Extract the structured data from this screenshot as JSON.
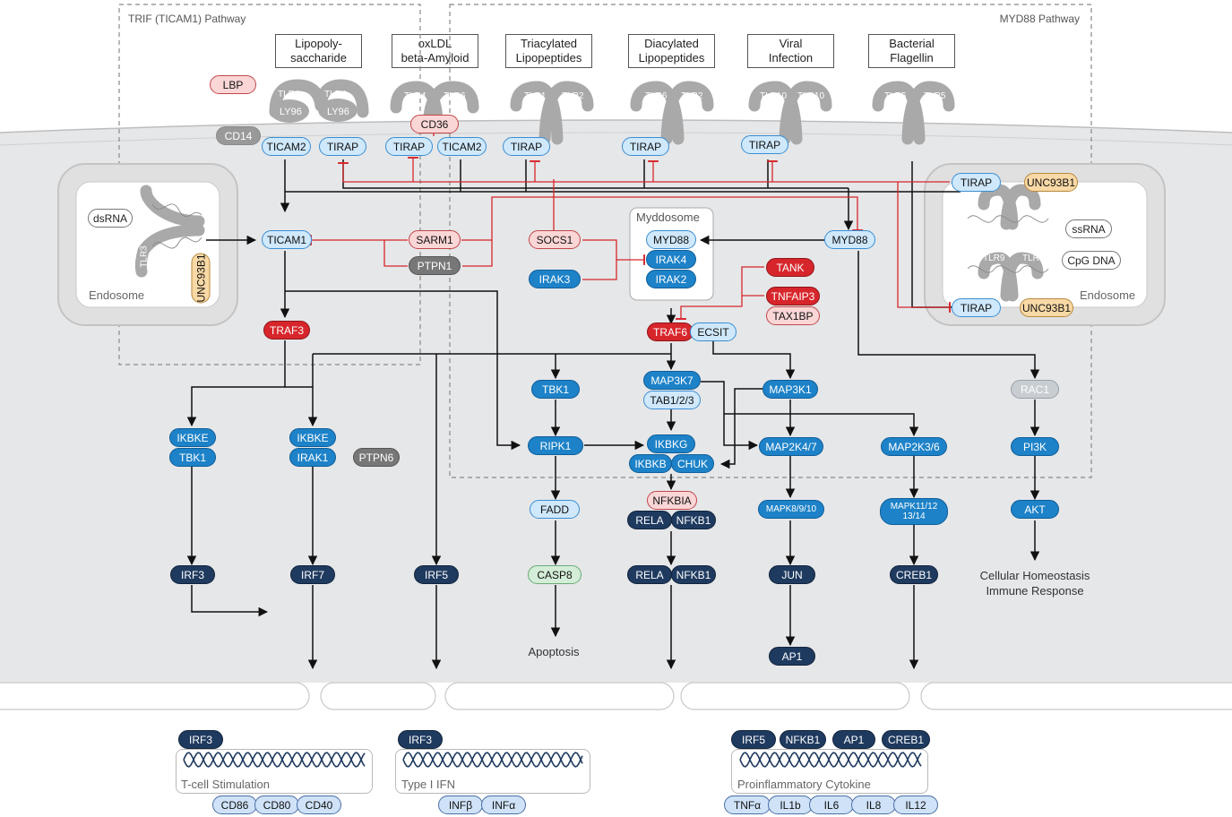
{
  "pathways": {
    "trif_title": "TRIF (TICAM1) Pathway",
    "myd88_title": "MYD88 Pathway"
  },
  "ligands": {
    "lps": "Lipopoly-\nsaccharide",
    "oxldl": "oxLDL\nbeta-Amyloid",
    "triacyl": "Triacylated\nLipopeptides",
    "diacyl": "Diacylated\nLipopeptides",
    "viral": "Viral\nInfection",
    "flagellin": "Bacterial\nFlagellin"
  },
  "receptors": {
    "tlr4": "TLR4",
    "tlr6": "TLR6",
    "tlr1": "TLR1",
    "tlr2": "TLR2",
    "tlr10": "TLR10",
    "tlr5": "TLR5",
    "tlr3": "TLR3",
    "tlr78": "TLR7/8",
    "tlr9": "TLR9",
    "ly96": "LY96"
  },
  "genes": {
    "lbp": "LBP",
    "cd14": "CD14",
    "cd36": "CD36",
    "ticam2": "TICAM2",
    "tirap": "TIRAP",
    "ticam1": "TICAM1",
    "sarm1": "SARM1",
    "ptpn1": "PTPN1",
    "socs1": "SOCS1",
    "irak3": "IRAK3",
    "myd88": "MYD88",
    "irak4": "IRAK4",
    "irak2": "IRAK2",
    "tank": "TANK",
    "tnfaip3": "TNFAIP3",
    "tax1bp": "TAX1BP",
    "traf6": "TRAF6",
    "ecsit": "ECSIT",
    "traf3": "TRAF3",
    "unc93b1": "UNC93B1",
    "tbk1": "TBK1",
    "map3k7": "MAP3K7",
    "tab123": "TAB1/2/3",
    "map3k1": "MAP3K1",
    "rac1": "RAC1",
    "ikbke": "IKBKE",
    "irak1": "IRAK1",
    "ptpn6": "PTPN6",
    "ripk1": "RIPK1",
    "ikbkg": "IKBKG",
    "ikbkb": "IKBKB",
    "chuk": "CHUK",
    "map2k47": "MAP2K4/7",
    "map2k36": "MAP2K3/6",
    "pi3k": "PI3K",
    "fadd": "FADD",
    "nfkbia": "NFKBIA",
    "rela": "RELA",
    "nfkb1": "NFKB1",
    "mapk8910": "MAPK8/9/10",
    "mapk1114a": "MAPK11/12",
    "mapk1114b": "13/14",
    "akt": "AKT",
    "irf3": "IRF3",
    "irf7": "IRF7",
    "irf5": "IRF5",
    "casp8": "CASP8",
    "jun": "JUN",
    "creb1": "CREB1",
    "ap1": "AP1"
  },
  "labels": {
    "dsrna": "dsRNA",
    "ssrna": "ssRNA",
    "cpgdna": "CpG DNA",
    "endosome": "Endosome",
    "myddosome": "Myddosome",
    "apoptosis": "Apoptosis",
    "homeostasis": "Cellular Homeostasis\nImmune Response"
  },
  "nucleus": {
    "tcell": "T-cell Stimulation",
    "typei": "Type I IFN",
    "proinf": "Proinflammatory Cytokine",
    "cd86": "CD86",
    "cd80": "CD80",
    "cd40": "CD40",
    "infb": "INFβ",
    "infa": "INFα",
    "tnfa": "TNFα",
    "il1b": "IL1b",
    "il6": "IL6",
    "il8": "IL8",
    "il12": "IL12"
  },
  "colors": {
    "activation": "#111111",
    "inhibition": "#d7262b",
    "cytoplasm": "#e6e7e9",
    "receptor": "#a9a9a9"
  }
}
